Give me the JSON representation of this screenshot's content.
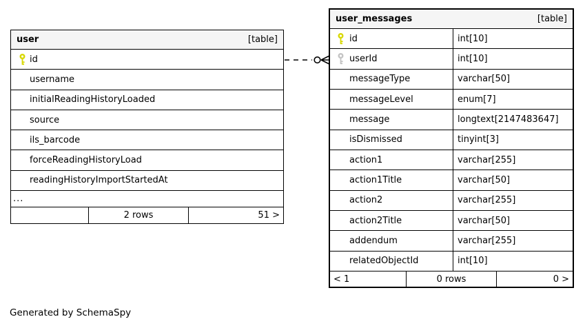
{
  "page": {
    "caption": "Generated by SchemaSpy",
    "background": "#ffffff"
  },
  "colors": {
    "border": "#000000",
    "header_bg": "#f5f5f5",
    "row_bg": "#ffffff",
    "primary_key_icon": "#d8d800",
    "foreign_key_icon": "#c4c4c4",
    "text": "#000000"
  },
  "tables": [
    {
      "id": "user",
      "name": "user",
      "tag": "[table]",
      "highlighted": false,
      "has_type_column": false,
      "columns": [
        {
          "name": "id",
          "type": "",
          "key": "primary"
        },
        {
          "name": "username",
          "type": "",
          "key": null
        },
        {
          "name": "initialReadingHistoryLoaded",
          "type": "",
          "key": null
        },
        {
          "name": "source",
          "type": "",
          "key": null
        },
        {
          "name": "ils_barcode",
          "type": "",
          "key": null
        },
        {
          "name": "forceReadingHistoryLoad",
          "type": "",
          "key": null
        },
        {
          "name": "readingHistoryImportStartedAt",
          "type": "",
          "key": null
        }
      ],
      "ellipsis": "...",
      "footer": {
        "left": "",
        "center": "2 rows",
        "right": "51 >"
      }
    },
    {
      "id": "user_messages",
      "name": "user_messages",
      "tag": "[table]",
      "highlighted": true,
      "has_type_column": true,
      "columns": [
        {
          "name": "id",
          "type": "int[10]",
          "key": "primary"
        },
        {
          "name": "userId",
          "type": "int[10]",
          "key": "foreign"
        },
        {
          "name": "messageType",
          "type": "varchar[50]",
          "key": null
        },
        {
          "name": "messageLevel",
          "type": "enum[7]",
          "key": null
        },
        {
          "name": "message",
          "type": "longtext[2147483647]",
          "key": null
        },
        {
          "name": "isDismissed",
          "type": "tinyint[3]",
          "key": null
        },
        {
          "name": "action1",
          "type": "varchar[255]",
          "key": null
        },
        {
          "name": "action1Title",
          "type": "varchar[50]",
          "key": null
        },
        {
          "name": "action2",
          "type": "varchar[255]",
          "key": null
        },
        {
          "name": "action2Title",
          "type": "varchar[50]",
          "key": null
        },
        {
          "name": "addendum",
          "type": "varchar[255]",
          "key": null
        },
        {
          "name": "relatedObjectId",
          "type": "int[10]",
          "key": null
        }
      ],
      "ellipsis": null,
      "footer": {
        "left": "< 1",
        "center": "0 rows",
        "right": "0 >"
      }
    }
  ],
  "connector": {
    "style": "dashed",
    "from": "user.id",
    "to": "user_messages.userId",
    "end_marker": "zero-circle-crowfoot"
  }
}
